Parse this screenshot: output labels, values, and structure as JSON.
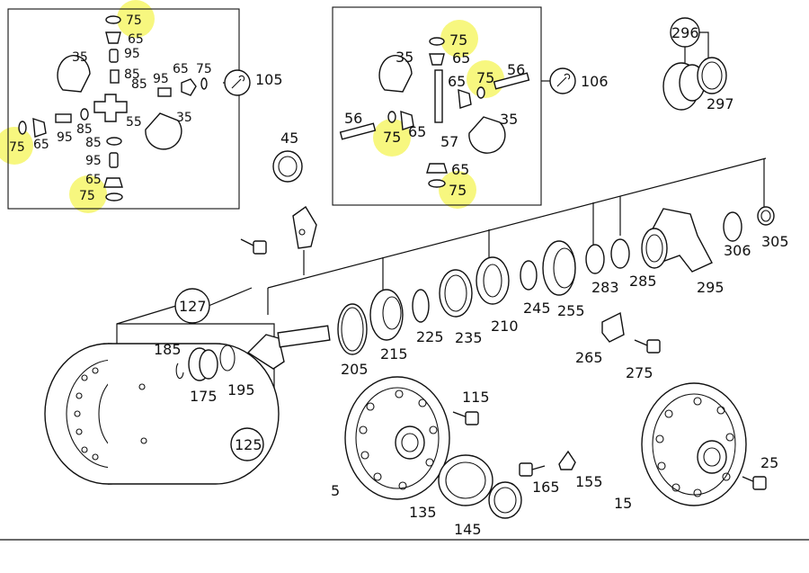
{
  "colors": {
    "highlight": "#f2f23a",
    "line": "#111111",
    "background": "#ffffff"
  },
  "callouts": {
    "c105": "105",
    "c106": "106",
    "c296": "296",
    "c127": "127",
    "c125": "125"
  },
  "labels": {
    "box1": {
      "t75": "75",
      "t65a": "65",
      "t35": "35",
      "t95a": "95",
      "t85a": "85",
      "t85b": "85",
      "t95b": "95",
      "t65b": "65",
      "t75b": "75",
      "t75l": "75",
      "t65l": "65",
      "t95c": "95",
      "t85c": "85",
      "t55": "55",
      "t35b": "35",
      "t85d": "85",
      "t95d": "95",
      "t65c": "65",
      "t75c": "75"
    },
    "box2": {
      "t75a": "75",
      "t35": "35",
      "t65a": "65",
      "t75b": "75",
      "t56a": "56",
      "t65b": "65",
      "t56b": "56",
      "t75c": "75",
      "t65c": "65",
      "t57": "57",
      "t35b": "35",
      "t65d": "65",
      "t75d": "75"
    },
    "main": {
      "l45": "45",
      "l297": "297",
      "l305": "305",
      "l306": "306",
      "l283": "283",
      "l285": "285",
      "l295": "295",
      "l255": "255",
      "l245": "245",
      "l210": "210",
      "l235": "235",
      "l225": "225",
      "l215": "215",
      "l205": "205",
      "l185": "185",
      "l175": "175",
      "l195": "195",
      "l265": "265",
      "l275": "275",
      "l115": "115",
      "l165": "165",
      "l155": "155",
      "l5": "5",
      "l135": "135",
      "l145": "145",
      "l15": "15",
      "l25": "25"
    }
  }
}
